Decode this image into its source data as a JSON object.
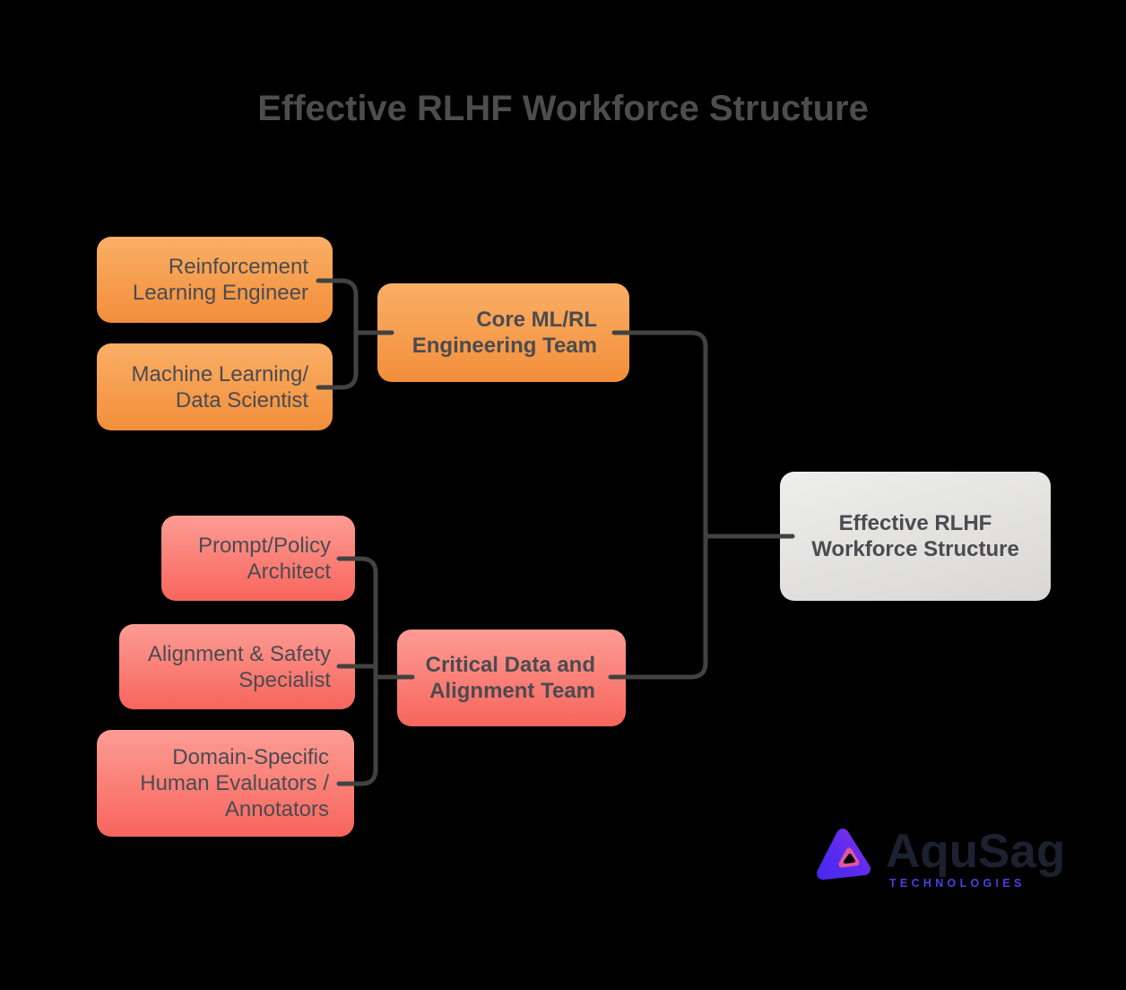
{
  "title": "Effective RLHF Workforce Structure",
  "nodes": {
    "rl_engineer": {
      "label": "Reinforcement\nLearning Engineer"
    },
    "ml_data_scientist": {
      "label": "Machine Learning/\nData Scientist"
    },
    "core_team": {
      "label": "Core ML/RL\nEngineering Team"
    },
    "prompt_architect": {
      "label": "Prompt/Policy\nArchitect"
    },
    "alignment_specialist": {
      "label": "Alignment & Safety\nSpecialist"
    },
    "domain_evaluators": {
      "label": "Domain-Specific\nHuman Evaluators /\nAnnotators"
    },
    "critical_team": {
      "label": "Critical Data and\nAlignment Team"
    },
    "root": {
      "label": "Effective RLHF\nWorkforce Structure"
    }
  },
  "hierarchy": {
    "root": "Effective RLHF Workforce Structure",
    "teams": [
      {
        "label": "Core ML/RL Engineering Team",
        "members": [
          "Reinforcement Learning Engineer",
          "Machine Learning/ Data Scientist"
        ]
      },
      {
        "label": "Critical Data and Alignment Team",
        "members": [
          "Prompt/Policy Architect",
          "Alignment & Safety Specialist",
          "Domain-Specific Human Evaluators / Annotators"
        ]
      }
    ]
  },
  "logo": {
    "name": "AquSag",
    "tagline": "TECHNOLOGIES"
  },
  "colors": {
    "background": "#000000",
    "title_text": "#4D4D4D",
    "node_text": "#4B4B50",
    "connector": "#424242",
    "orange_top": "#FAAF66",
    "orange_bottom": "#F28E3A",
    "pink_top": "#FC9C94",
    "pink_bottom": "#F8655C",
    "gray_top": "#EEEEED",
    "gray_bottom": "#D8D7D5",
    "logo_name_text": "#1C2130",
    "logo_tagline_text": "#4B40E2",
    "logo_mark_blue": "#4428F0",
    "logo_mark_purple": "#8731E9",
    "logo_mark_pink": "#E1559F"
  }
}
